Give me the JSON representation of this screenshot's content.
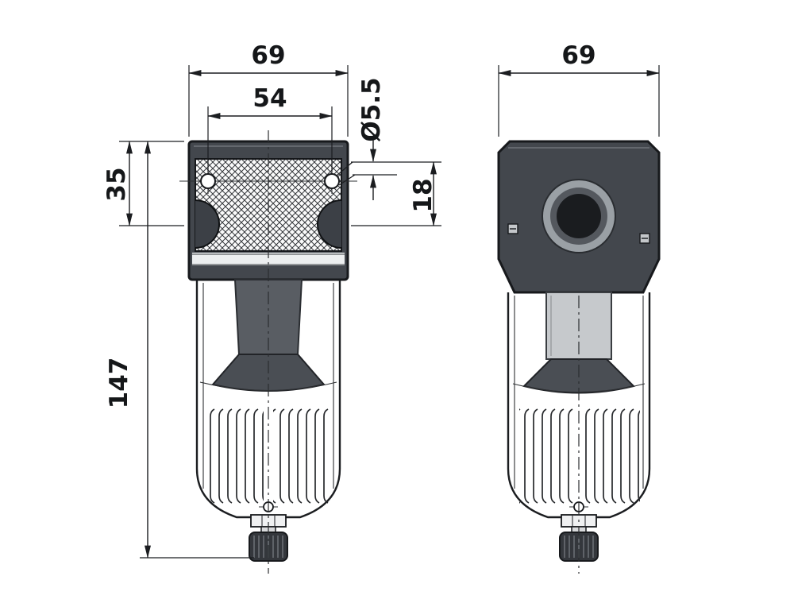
{
  "dims": {
    "width_left": "69",
    "hole_spacing": "54",
    "hole_diameter": "Ø5.5",
    "port_offset": "18",
    "head_height": "35",
    "total_height": "147",
    "width_right": "69"
  },
  "colors": {
    "background": "#ffffff",
    "outline": "#17191c",
    "head_dark": "#43474d",
    "stem_gray": "#595d63",
    "stem_light": "#c6c9cc",
    "cone_gray": "#4a4e54",
    "knob_dark": "#34373c",
    "ring_light": "#9aa0a5",
    "dim_text": "#151719"
  }
}
